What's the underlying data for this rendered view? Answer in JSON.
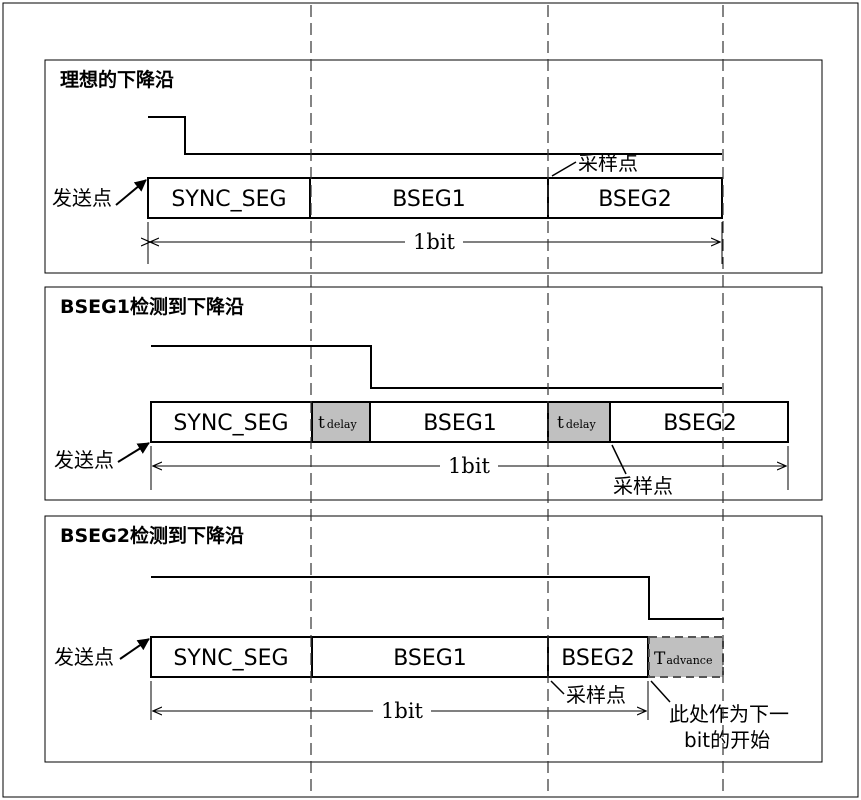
{
  "panel1": {
    "title": "理想的下降沿",
    "send_label": "发送点",
    "sample_label": "采样点",
    "segments": [
      "SYNC_SEG",
      "BSEG1",
      "BSEG2"
    ],
    "bit_label": "1bit"
  },
  "panel2": {
    "title": "BSEG1检测到下降沿",
    "send_label": "发送点",
    "sample_label": "采样点",
    "segments": [
      "SYNC_SEG",
      "BSEG1",
      "BSEG2"
    ],
    "delay_main": "t",
    "delay_sub": "delay",
    "bit_label": "1bit"
  },
  "panel3": {
    "title": "BSEG2检测到下降沿",
    "send_label": "发送点",
    "sample_label": "采样点",
    "segments": [
      "SYNC_SEG",
      "BSEG1",
      "BSEG2"
    ],
    "advance_main": "T",
    "advance_sub": "advance",
    "bit_label": "1bit",
    "note_line1": "此处作为下一",
    "note_line2": "bit的开始"
  },
  "colors": {
    "line": "#000000",
    "shaded": "#c0c0c0",
    "dash": "#333333",
    "background": "#ffffff"
  }
}
